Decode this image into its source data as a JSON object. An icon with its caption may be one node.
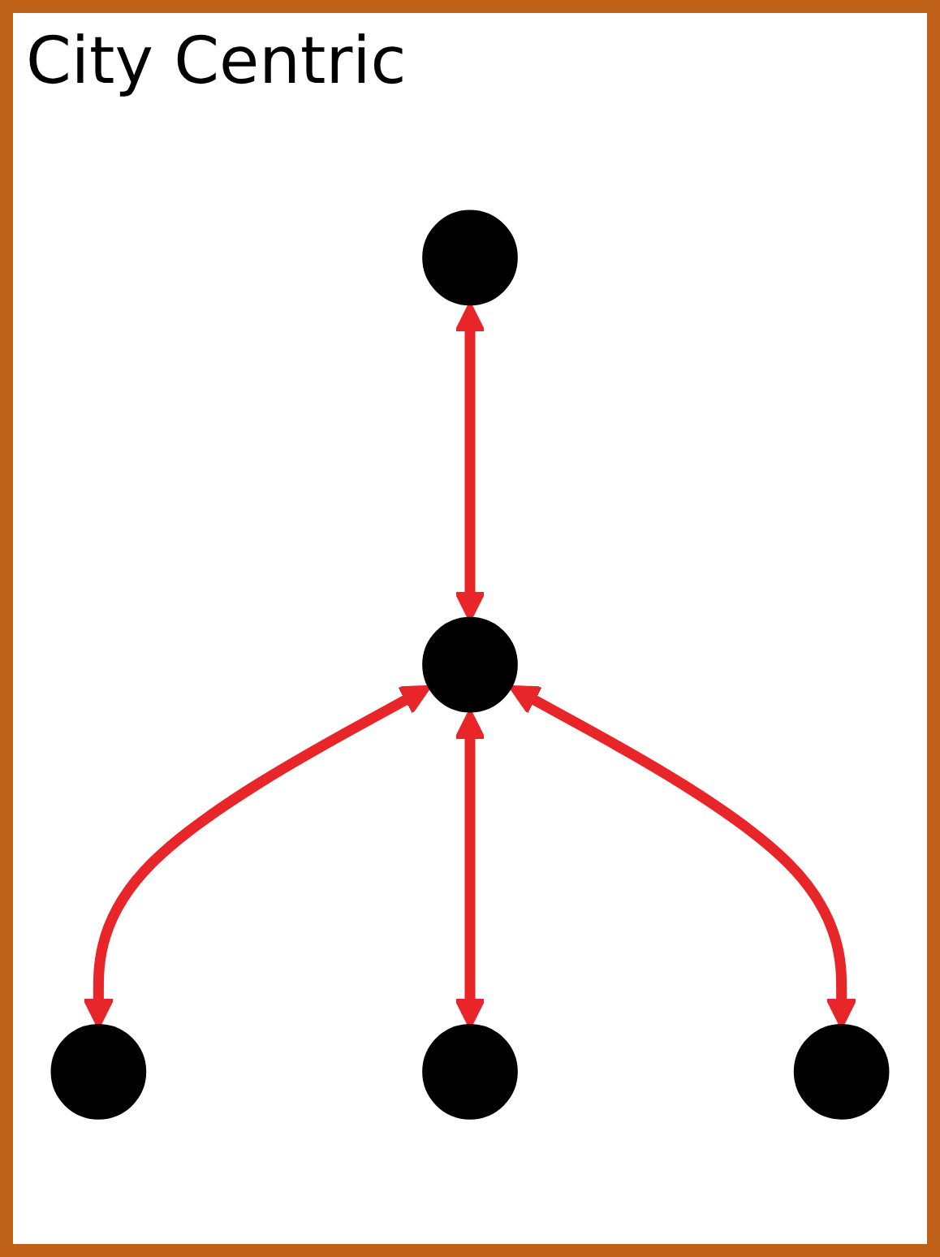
{
  "diagram": {
    "title": "City Centric",
    "nodes": [
      {
        "text": [],
        "shape": "circle"
      },
      {
        "text": [],
        "shape": "circle"
      },
      {
        "text": [],
        "shape": "circle"
      },
      {
        "text": [],
        "shape": "circle"
      },
      {
        "text": [],
        "shape": "circle"
      }
    ],
    "edges": [
      {
        "from": 2,
        "to": 0,
        "arrow": "both"
      },
      {
        "from": 1,
        "to": 2,
        "arrow": "both"
      },
      {
        "from": 2,
        "to": 3,
        "arrow": "both"
      },
      {
        "from": 2,
        "to": 4,
        "arrow": "both"
      }
    ]
  }
}
